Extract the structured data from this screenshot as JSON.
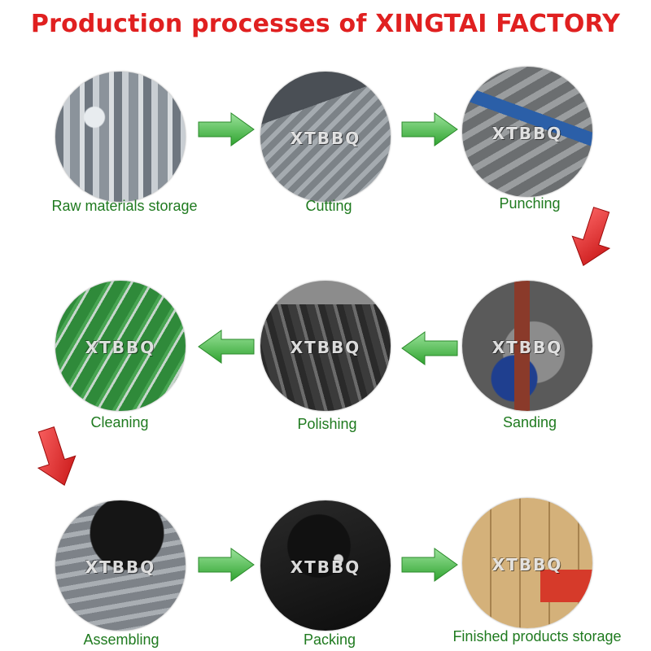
{
  "title": "Production processes of XINGTAI FACTORY",
  "watermark": "XTBBQ",
  "colors": {
    "title": "#e02020",
    "label": "#1f7a1f",
    "arrow_green": "#43b843",
    "arrow_red": "#e02020"
  },
  "steps": [
    {
      "label": "Raw materials storage"
    },
    {
      "label": "Cutting"
    },
    {
      "label": "Punching"
    },
    {
      "label": "Sanding"
    },
    {
      "label": "Polishing"
    },
    {
      "label": "Cleaning"
    },
    {
      "label": "Assembling"
    },
    {
      "label": "Packing"
    },
    {
      "label": "Finished products storage"
    }
  ],
  "arrows": [
    {
      "icon": "green-arrow-right-icon"
    },
    {
      "icon": "green-arrow-right-icon"
    },
    {
      "icon": "red-arrow-down-icon"
    },
    {
      "icon": "green-arrow-left-icon"
    },
    {
      "icon": "green-arrow-left-icon"
    },
    {
      "icon": "red-arrow-down-icon"
    },
    {
      "icon": "green-arrow-right-icon"
    },
    {
      "icon": "green-arrow-right-icon"
    }
  ]
}
